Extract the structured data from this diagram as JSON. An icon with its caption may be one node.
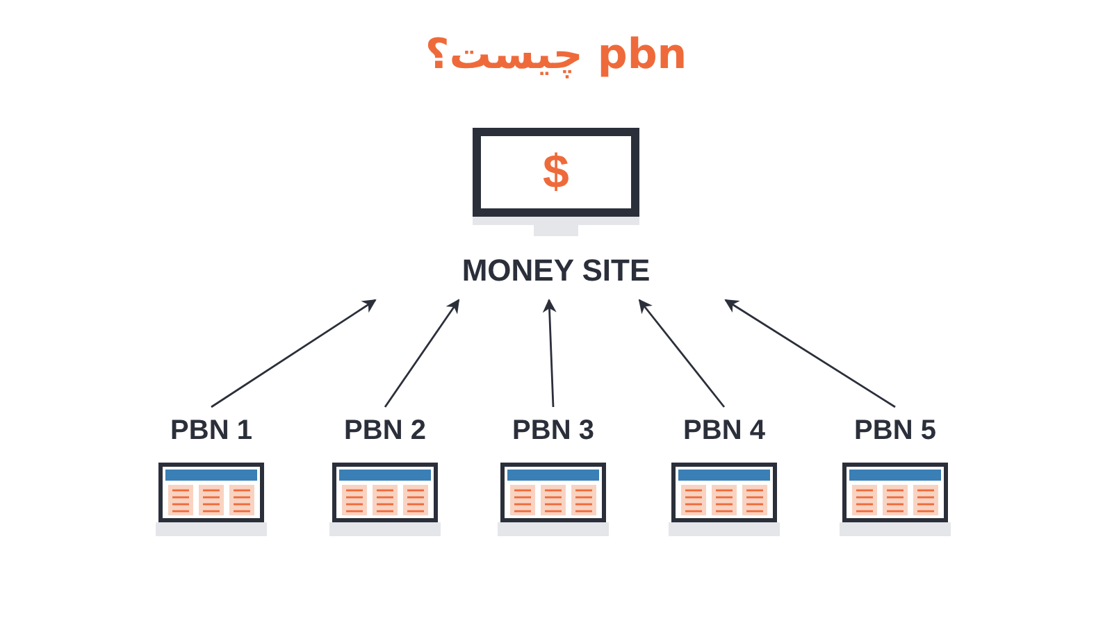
{
  "diagram": {
    "title": "pbn چیست؟",
    "nodes": [
      {
        "text": [
          "MONEY SITE"
        ]
      },
      {
        "text": [
          "PBN 1"
        ]
      },
      {
        "text": [
          "PBN 2"
        ]
      },
      {
        "text": [
          "PBN 3"
        ]
      },
      {
        "text": [
          "PBN 4"
        ]
      },
      {
        "text": [
          "PBN 5"
        ]
      }
    ],
    "edges": [
      {
        "from": 1,
        "to": 0,
        "arrow": "to"
      },
      {
        "from": 2,
        "to": 0,
        "arrow": "to"
      },
      {
        "from": 3,
        "to": 0,
        "arrow": "to"
      },
      {
        "from": 4,
        "to": 0,
        "arrow": "to"
      },
      {
        "from": 5,
        "to": 0,
        "arrow": "to"
      }
    ],
    "labels": [
      "$"
    ]
  }
}
